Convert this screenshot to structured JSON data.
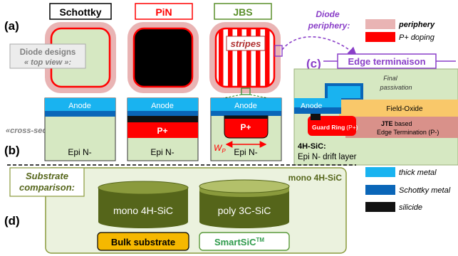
{
  "panel_labels": {
    "a": "(a)",
    "b": "(b)",
    "c": "(c)",
    "d": "(d)"
  },
  "designs": [
    {
      "name": "Schottky",
      "color": "#000000"
    },
    {
      "name": "PiN",
      "color": "#ff0000"
    },
    {
      "name": "JBS",
      "color": "#5a8f2a"
    }
  ],
  "top_view": {
    "line1": "Diode designs",
    "line2": "« top view »:",
    "stripes_label": "stripes"
  },
  "cross_section": {
    "label": "«cross-section»:",
    "anode": "Anode",
    "p_plus": "P+",
    "epi": "Epi N-",
    "wp": "W",
    "wp_sub": "P"
  },
  "diode_periphery": {
    "line1": "Diode",
    "line2": "periphery:"
  },
  "edge": {
    "title": "Edge terminaison",
    "final_passivation_1": "Final",
    "final_passivation_2": "passivation",
    "field_oxide": "Field-Oxide",
    "anode": "Anode",
    "guard_ring": "Guard Ring",
    "guard_ring_suffix": "(P+)",
    "jte_1": "JTE",
    "jte_1b": " based",
    "jte_2": "Edge Termination (P-)",
    "sic_1": "4H-SiC:",
    "sic_2": "Epi N- drift layer"
  },
  "legend": [
    {
      "label": "periphery",
      "color": "#e9b4b4"
    },
    {
      "label": "P+ doping",
      "color": "#ff0000"
    },
    {
      "label": "thick metal",
      "color": "#19b3f0"
    },
    {
      "label": "Schottky metal",
      "color": "#0a66b8"
    },
    {
      "label": "silicide",
      "color": "#111111"
    }
  ],
  "substrate": {
    "title_1": "Substrate",
    "title_2": "comparison:",
    "mono_tag": "mono 4H-SiC",
    "cyl1": "mono 4H-SiC",
    "cyl2": "poly 3C-SiC",
    "btn1": "Bulk substrate",
    "btn2": "SmartSiC",
    "btn2_tm": "TM"
  },
  "colors": {
    "epi": "#d6e8c2",
    "epi_border": "#333333",
    "thick_metal": "#19b3f0",
    "schottky_metal": "#0a66b8",
    "p_plus": "#ff0000",
    "periphery": "#e9b4b4",
    "olive_dark": "#55651a",
    "olive_light": "#8a9a3c",
    "panel_bg": "#ebf2de",
    "purple": "#8a3fc8",
    "oxide": "#f9c86a",
    "jte": "#d9918a",
    "bulk_btn": "#f5b800"
  }
}
